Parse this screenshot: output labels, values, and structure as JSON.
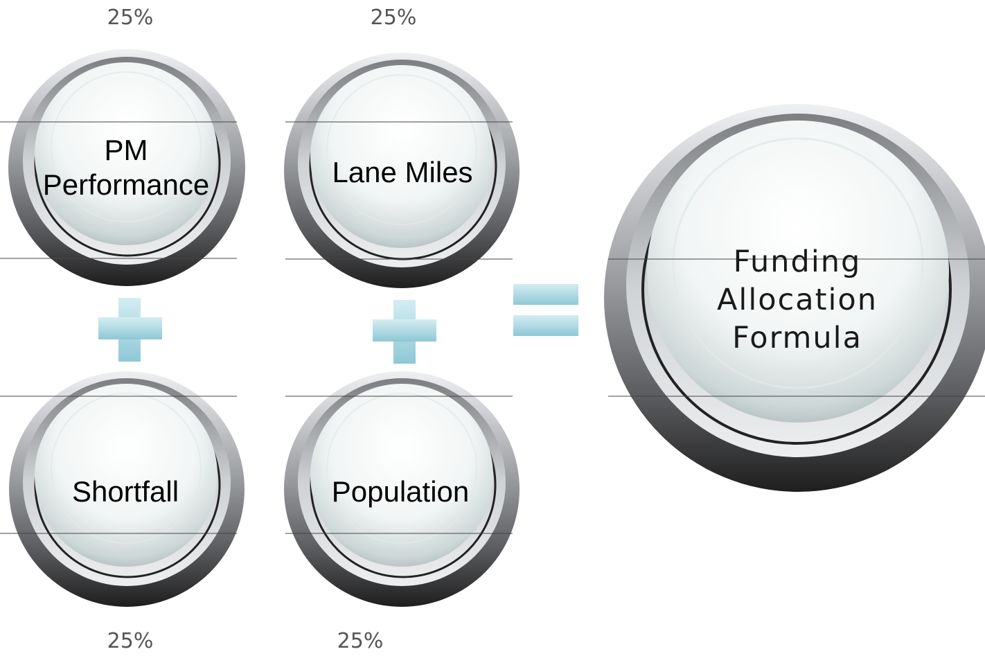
{
  "nodes": {
    "pm_performance": {
      "label_line1": "PM",
      "label_line2": "Performance",
      "percent": "25%"
    },
    "lane_miles": {
      "label": "Lane Miles",
      "percent": "25%"
    },
    "shortfall": {
      "label": "Shortfall",
      "percent": "25%"
    },
    "population": {
      "label": "Population",
      "percent": "25%"
    }
  },
  "result": {
    "line1": "Funding",
    "line2": "Allocation",
    "line3": "Formula"
  },
  "operators": {
    "plus_color": "#9fd0dc",
    "equals_color": "#9fd0dc"
  },
  "colors": {
    "ring_dark": "#222222",
    "ring_light": "#e6e7ea",
    "face": "#f6f8f8",
    "percent_text": "#555555"
  }
}
